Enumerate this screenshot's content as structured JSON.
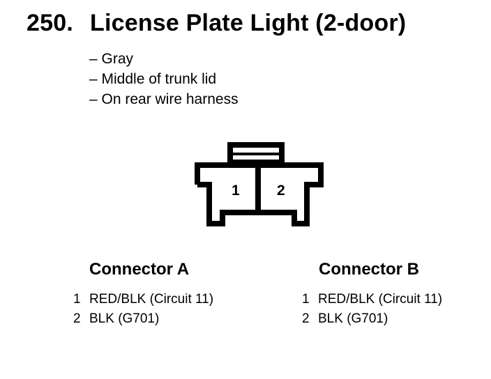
{
  "title": {
    "number": "250.",
    "text": "License Plate Light (2-door)"
  },
  "description": [
    "– Gray",
    "– Middle of trunk lid",
    "– On rear wire harness"
  ],
  "connector_face": {
    "pins": [
      "1",
      "2"
    ]
  },
  "connector_a": {
    "title": "Connector A",
    "pins": [
      {
        "num": "1",
        "wire": "RED/BLK (Circuit 11)"
      },
      {
        "num": "2",
        "wire": "BLK (G701)"
      }
    ]
  },
  "connector_b": {
    "title": "Connector B",
    "pins": [
      {
        "num": "1",
        "wire": "RED/BLK (Circuit 11)"
      },
      {
        "num": "2",
        "wire": "BLK (G701)"
      }
    ]
  }
}
